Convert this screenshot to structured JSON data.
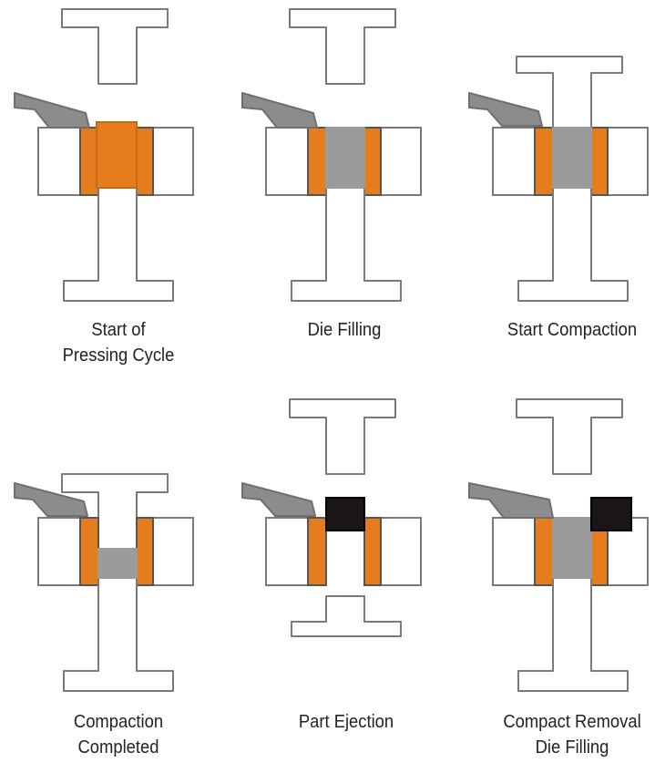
{
  "colors": {
    "outline": "#7a7a7a",
    "die": "#ffffff",
    "liner": "#e57c1e",
    "powder_fresh": "#e57c1e",
    "powder": "#9b9b9b",
    "feed_shoe": "#8c8c8c",
    "compact_ejected": "#1b1616"
  },
  "stages": [
    {
      "id": "start",
      "caption": [
        "Start of",
        "Pressing Cycle"
      ],
      "powder": "fresh",
      "shoe": "over-die",
      "upper_punch": "raised",
      "lower_punch": "low",
      "ejected_part": false
    },
    {
      "id": "filling",
      "caption": [
        "Die Filling"
      ],
      "powder": "grey",
      "shoe": "over-die",
      "upper_punch": "raised",
      "lower_punch": "low",
      "ejected_part": false
    },
    {
      "id": "start-compaction",
      "caption": [
        "Start Compaction"
      ],
      "powder": "grey",
      "shoe": "retracted",
      "upper_punch": "entering",
      "lower_punch": "low",
      "ejected_part": false
    },
    {
      "id": "completed",
      "caption": [
        "Compaction",
        "Completed"
      ],
      "powder": "compressed",
      "shoe": "retracted",
      "upper_punch": "pressing",
      "lower_punch": "low",
      "ejected_part": false
    },
    {
      "id": "ejection",
      "caption": [
        "Part Ejection"
      ],
      "powder": "none",
      "shoe": "retracted",
      "upper_punch": "raised",
      "lower_punch": "ejecting",
      "ejected_part": true
    },
    {
      "id": "removal",
      "caption": [
        "Compact Removal",
        "Die Filling"
      ],
      "powder": "grey",
      "shoe": "pushing",
      "upper_punch": "raised",
      "lower_punch": "low",
      "ejected_part": true
    }
  ]
}
